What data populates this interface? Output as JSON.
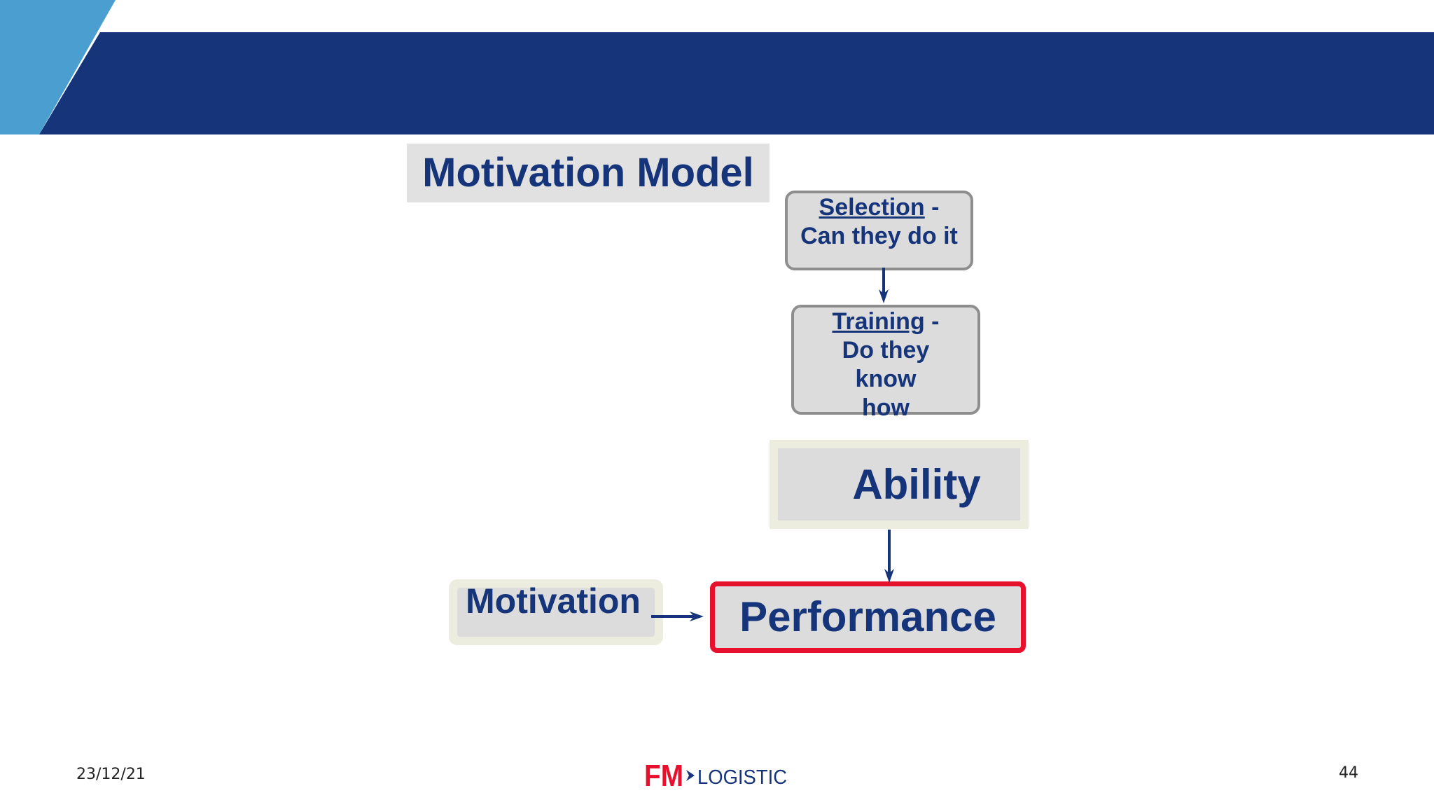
{
  "slide": {
    "title": "Motivation Model",
    "date": "23/12/21",
    "page_number": "44"
  },
  "diagram": {
    "selection": {
      "keyword": "Selection",
      "suffix": " -",
      "text": "Can they do it"
    },
    "training": {
      "keyword": "Training",
      "suffix": " -",
      "text": "Do they know how"
    },
    "ability": "Ability",
    "motivation": "Motivation",
    "performance": "Performance"
  },
  "logo": {
    "left": "FM",
    "right": "LOGISTIC"
  },
  "colors": {
    "navy": "#15347a",
    "light_blue": "#4b9fd0",
    "red": "#e8112d",
    "box_gray": "#dcdcdc"
  }
}
